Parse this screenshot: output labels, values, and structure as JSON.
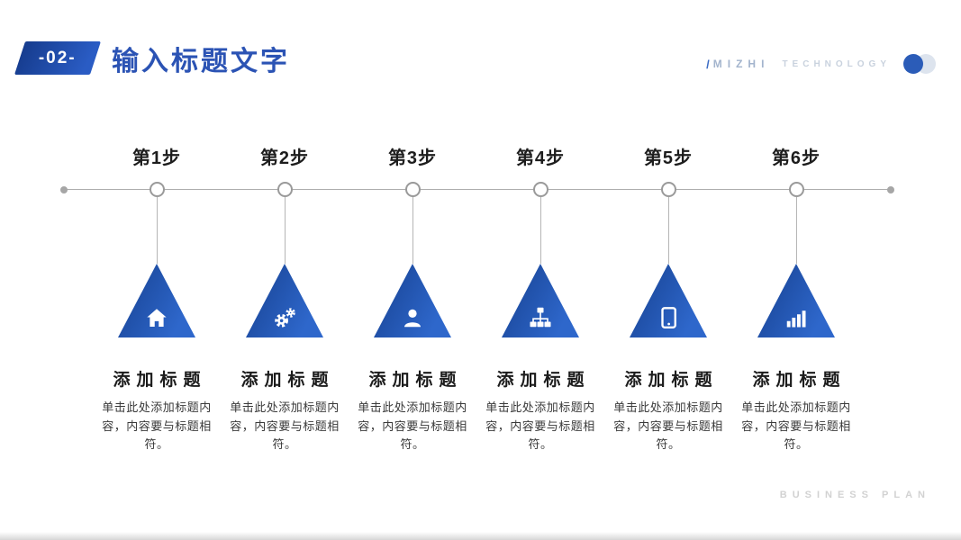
{
  "header": {
    "section_number": "-02-",
    "title": "输入标题文字",
    "brand_slash": "/",
    "brand_name": "MIZHI",
    "brand_suffix": "TECHNOLOGY"
  },
  "footer": {
    "text": "BUSINESS PLAN"
  },
  "colors": {
    "accent_blue": "#2b53b4",
    "triangle_gradient_start": "#16408f",
    "triangle_gradient_end": "#2e67cb",
    "timeline_gray": "#adadad"
  },
  "timeline": {
    "steps": [
      {
        "label": "第1步",
        "icon": "home-icon",
        "title": "添加标题",
        "body": "单击此处添加标题内容，内容要与标题相符。"
      },
      {
        "label": "第2步",
        "icon": "gears-icon",
        "title": "添加标题",
        "body": "单击此处添加标题内容，内容要与标题相符。"
      },
      {
        "label": "第3步",
        "icon": "user-icon",
        "title": "添加标题",
        "body": "单击此处添加标题内容，内容要与标题相符。"
      },
      {
        "label": "第4步",
        "icon": "sitemap-icon",
        "title": "添加标题",
        "body": "单击此处添加标题内容，内容要与标题相符。"
      },
      {
        "label": "第5步",
        "icon": "tablet-icon",
        "title": "添加标题",
        "body": "单击此处添加标题内容，内容要与标题相符。"
      },
      {
        "label": "第6步",
        "icon": "bar-chart-icon",
        "title": "添加标题",
        "body": "单击此处添加标题内容，内容要与标题相符。"
      }
    ]
  }
}
